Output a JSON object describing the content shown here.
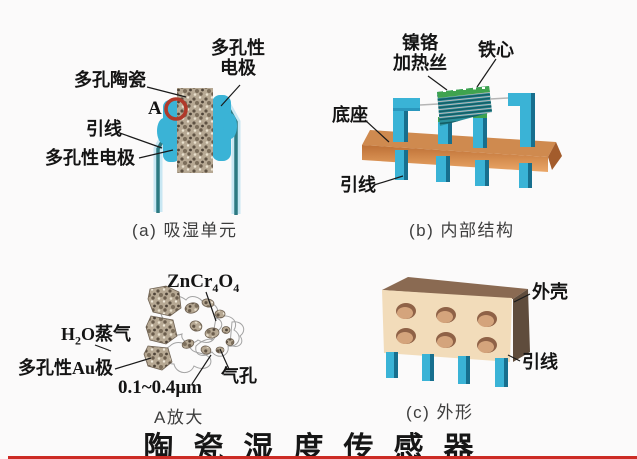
{
  "title": {
    "text": "陶瓷湿度传感器"
  },
  "panel_a": {
    "caption": "(a) 吸湿单元",
    "labels": {
      "electrode_top_line1": "多孔性",
      "electrode_top_line2": "电极",
      "porous_ceramic": "多孔陶瓷",
      "point_a": "A",
      "lead_wire": "引线",
      "electrode_bottom": "多孔性电极"
    }
  },
  "panel_b": {
    "caption": "(b) 内部结构",
    "labels": {
      "nichrome_line1": "镍铬",
      "nichrome_line2": "加热丝",
      "iron_core": "铁心",
      "base": "底座",
      "lead_wire": "引线"
    }
  },
  "panel_magnified": {
    "caption": "A放大",
    "labels": {
      "zncr4o4": {
        "p1": "ZnCr",
        "s1": "4",
        "p2": "O",
        "s2": "4"
      },
      "h2o_vapor": {
        "p1": "H",
        "s1": "2",
        "p2": "O蒸气"
      },
      "porous_au_electrode": "多孔性Au极",
      "pore_size": "0.1~0.4μm",
      "pore": "气孔"
    }
  },
  "panel_c": {
    "caption": "(c) 外形",
    "labels": {
      "shell": "外壳",
      "lead_wire": "引线"
    }
  },
  "colors": {
    "electrode_cyan": "#3ab3d6",
    "lead_wire_teal": "#2d7a82",
    "wire_halo_blue": "#c8e7f3",
    "ceramic_tan": "#b6a893",
    "marker_ring_red": "#b0392a",
    "base_orange": "#cf8a4f",
    "heater_teal": "#2a8f9b",
    "heater_band_green": "#3fa34f",
    "shell_cream": "#f2dcba",
    "underline_red": "#cc2b24"
  }
}
